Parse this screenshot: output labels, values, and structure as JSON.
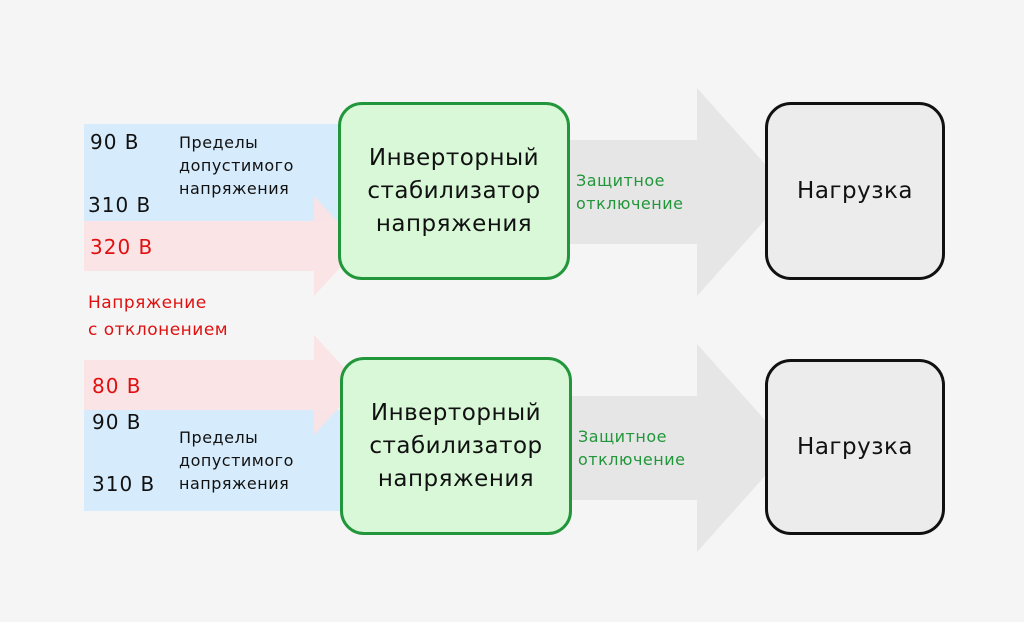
{
  "colors": {
    "background": "#f5f5f5",
    "allowed_band": "#d6ebfb",
    "deviation_band": "#fbe2e4",
    "output_arrow": "#e6e6e6",
    "stabilizer_fill": "#d8f8d8",
    "stabilizer_border": "#22963a",
    "load_fill": "#ececec",
    "deviation_text": "#e01010",
    "protection_text": "#22963a"
  },
  "top": {
    "v_low": "90 В",
    "v_high": "310 В",
    "v_over": "320 В",
    "limits_label": "Пределы\nдопустимого\nнапряжения",
    "stabilizer_label": "Инверторный\nстабилизатор\nнапряжения",
    "protection_label": "Защитное\nотключение",
    "load_label": "Нагрузка"
  },
  "deviation_label": "Напряжение\nс отклонением",
  "bottom": {
    "v_under": "80 В",
    "v_low": "90 В",
    "v_high": "310 В",
    "limits_label": "Пределы\nдопустимого\nнапряжения",
    "stabilizer_label": "Инверторный\nстабилизатор\nнапряжения",
    "protection_label": "Защитное\nотключение",
    "load_label": "Нагрузка"
  }
}
